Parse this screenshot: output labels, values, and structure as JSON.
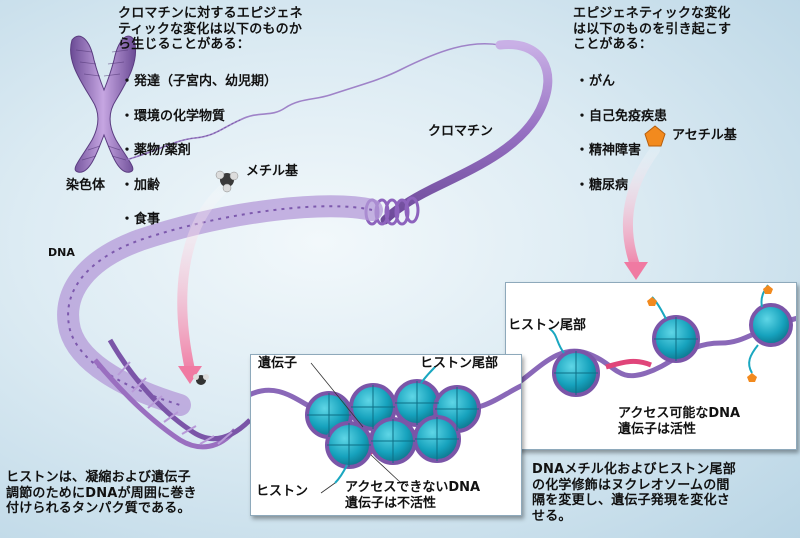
{
  "labels": {
    "causes_heading": "クロマチンに対するエピジェネ\nティックな変化は以下のものか\nら生じることがある：",
    "causes_items": [
      "発達（子宮内、幼児期）",
      "環境の化学物質",
      "薬物/薬剤",
      "加齢",
      "食事"
    ],
    "effects_heading": "エピジェネティックな変化\nは以下のものを引き起こす\nことがある：",
    "effects_items": [
      "がん",
      "自己免疫疾患",
      "精神障害",
      "糖尿病"
    ],
    "bullet": "・",
    "chromosome": "染色体",
    "chromatin": "クロマチン",
    "methyl_group": "メチル基",
    "acetyl_group": "アセチル基",
    "dna": "DNA",
    "gene": "遺伝子",
    "histone_tail_left": "ヒストン尾部",
    "histone_tail_right": "ヒストン尾部",
    "histone": "ヒストン",
    "inaccessible_gene": "アクセスできないDNA\n遺伝子は不活性",
    "accessible_gene": "アクセス可能なDNA\n遺伝子は活性",
    "histone_note": "ヒストンは、凝縮および遺伝子\n調節のためにDNAが周囲に巻き\n付けられるタンパク質である。",
    "modification_note": "DNAメチル化およびヒストン尾部\nの化学修飾はヌクレオソームの間\n隔を変更し、遺伝子発現を変化さ\nせる。"
  },
  "colors": {
    "dna_strand": "#9a6fc0",
    "chromatin_fiber": "#a27ccb",
    "histone": "#1aa7c0",
    "acetyl": "#f28a1e",
    "gene_highlight": "#e0457a",
    "arrow": "#f4a8c0"
  }
}
